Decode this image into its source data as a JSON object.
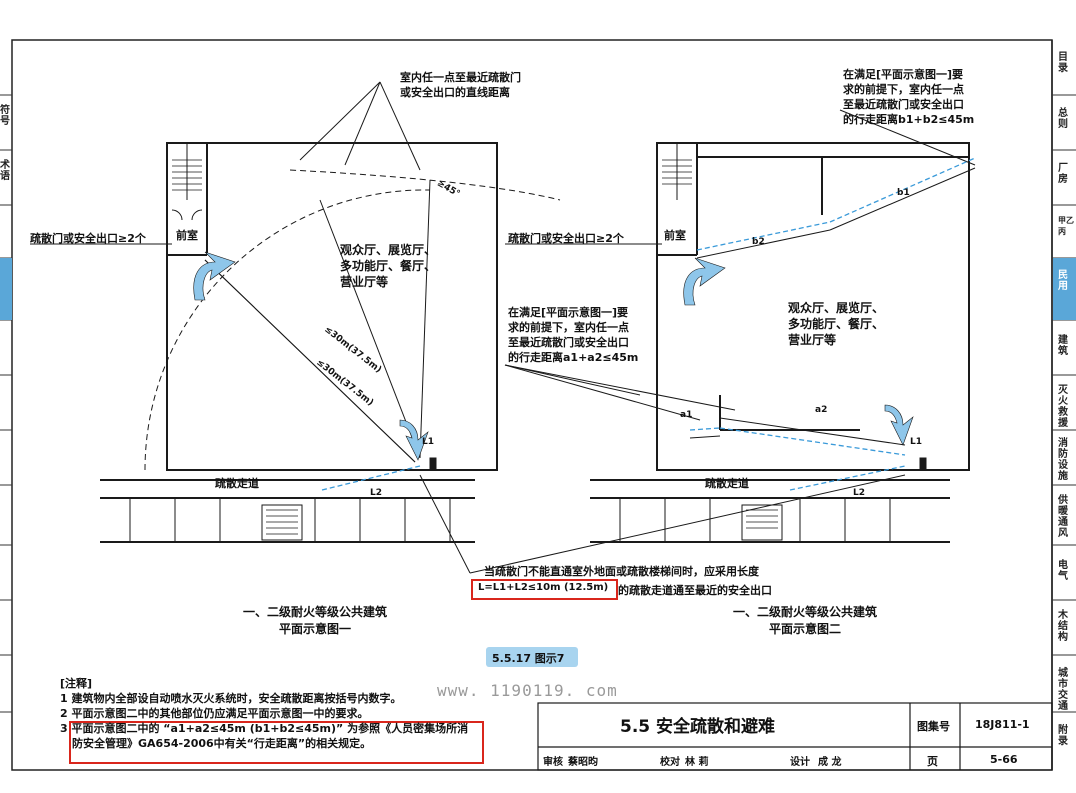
{
  "figure": {
    "label_exit_count_left": "疏散门或安全出口≥2个",
    "label_exit_count_right": "疏散门或安全出口≥2个",
    "label_straight_distance": [
      "室内任一点至最近疏散门",
      "或安全出口的直线距离"
    ],
    "label_b_rule": [
      "在满足[平面示意图一]要",
      "求的前提下，室内任一点",
      "至最近疏散门或安全出口",
      "的行走距离b1+b2≤45m"
    ],
    "label_a_rule": [
      "在满足[平面示意图一]要",
      "求的前提下，室内任一点",
      "至最近疏散门或安全出口",
      "的行走距离a1+a2≤45m"
    ],
    "hall_label_left": [
      "观众厅、展览厅、",
      "多功能厅、餐厅、",
      "营业厅等"
    ],
    "hall_label_right": [
      "观众厅、展览厅、",
      "多功能厅、餐厅、",
      "营业厅等"
    ],
    "anteroom_left": "前室",
    "anteroom_right": "前室",
    "corridor_left": "疏散走道",
    "corridor_right": "疏散走道",
    "dim_30_upper": "≤30m(37.5m)",
    "dim_30_lower": "≤30m(37.5m)",
    "angle_label": "≥45°",
    "seg_b1": "b1",
    "seg_b2": "b2",
    "seg_a1": "a1",
    "seg_a2": "a2",
    "seg_l1_left": "L1",
    "seg_l2_left": "L2",
    "seg_l1_right": "L1",
    "seg_l2_right": "L2",
    "corridor_note_line1": "当疏散门不能直通室外地面或疏散楼梯间时，应采用长度",
    "corridor_note_formula": "L=L1+L2≤10m (12.5m)",
    "corridor_note_line2": "的疏散走道通至最近的安全出口",
    "caption_left": [
      "一、二级耐火等级公共建筑",
      "平面示意图一"
    ],
    "caption_right": [
      "一、二级耐火等级公共建筑",
      "平面示意图二"
    ],
    "figure_number": "5.5.17 图示7"
  },
  "notes": {
    "heading": "[注释]",
    "items": [
      "1 建筑物内全部设自动喷水灭火系统时，安全疏散距离按括号内数字。",
      "2 平面示意图二中的其他部位仍应满足平面示意图一中的要求。",
      "3 平面示意图二中的 “a1+a2≤45m (b1+b2≤45m)” 为参照《人员密集场所消",
      "防安全管理》GA654-2006中有关“行走距离”的相关规定。"
    ]
  },
  "watermark": "www. 1190119. com",
  "title_block": {
    "title": "5.5 安全疏散和避难",
    "atlas_label": "图集号",
    "atlas_no": "18J811-1",
    "page_label": "页",
    "page_no": "5-66",
    "review_label": "审核",
    "review_name": "蔡昭昀",
    "check_label": "校对",
    "check_name": "林  莉",
    "design_label": "设计",
    "design_name": "成  龙"
  },
  "right_tabs": [
    "目录",
    "总则",
    "厂房",
    "甲乙丙",
    "民用",
    "建筑",
    "灭火救援",
    "消防设施",
    "供暖通风",
    "电气",
    "木结构",
    "城市交通",
    "附录"
  ],
  "left_tabs": [
    "符号",
    "术语"
  ],
  "colors": {
    "line": "#1a1a1a",
    "dash_blue": "#3a9ad9",
    "arrow_fill": "#8ec6ea",
    "highlight": "#d9261c",
    "tab_active": "#5aa7d8",
    "figno_bg": "#a8d4ef"
  }
}
